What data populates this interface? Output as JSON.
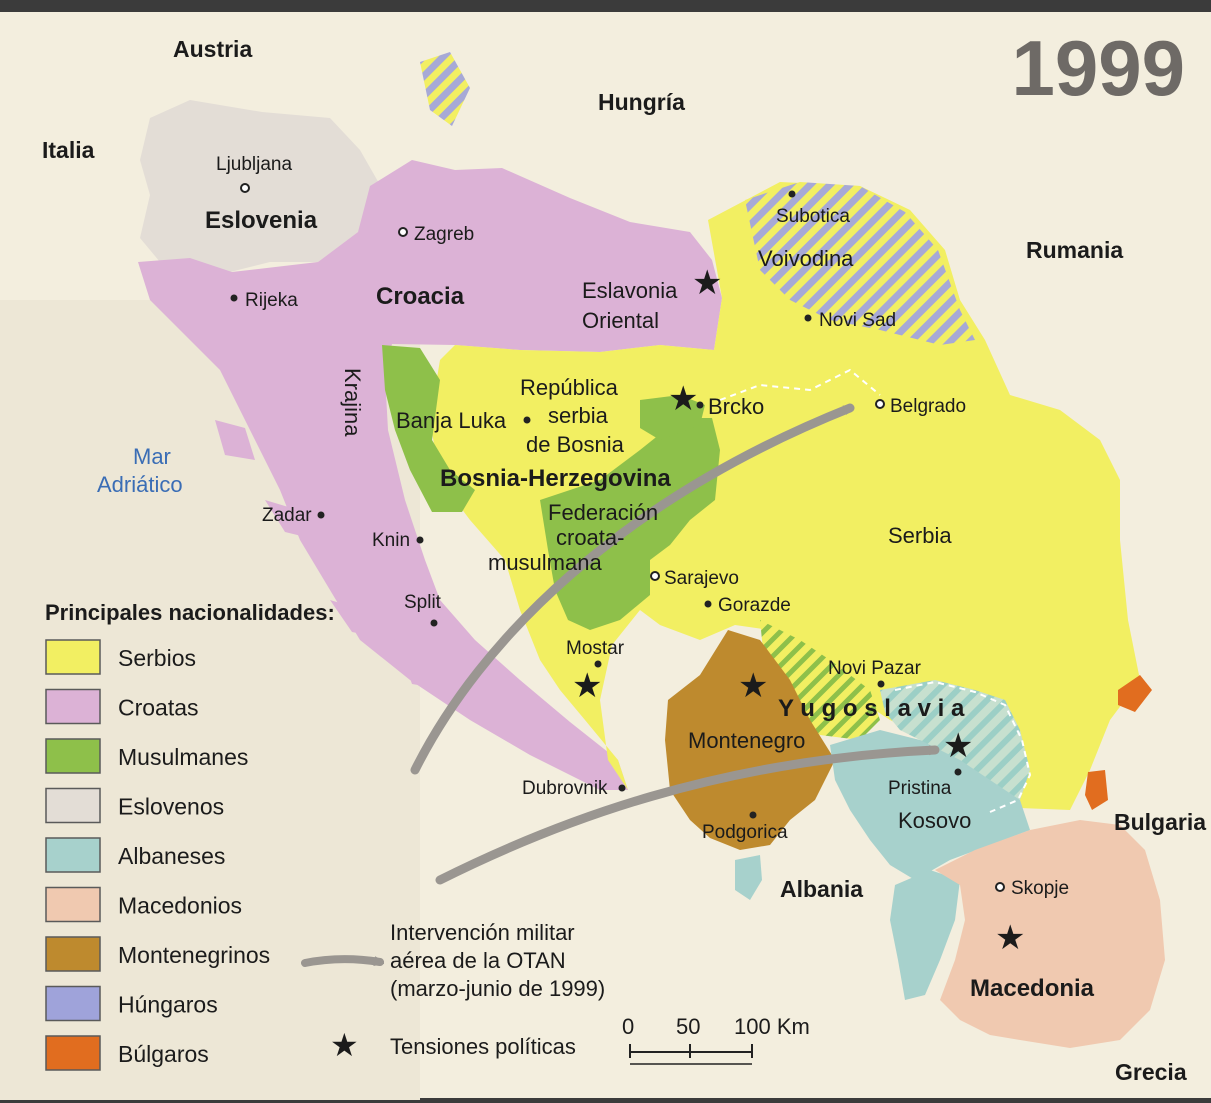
{
  "year": "1999",
  "countries": {
    "austria": "Austria",
    "hungria": "Hungría",
    "italia": "Italia",
    "rumania": "Rumania",
    "bulgaria": "Bulgaria",
    "albania": "Albania",
    "grecia": "Grecia",
    "eslovenia": "Eslovenia",
    "croacia": "Croacia",
    "bosnia": "Bosnia-Herzegovina",
    "yugoslavia": "Y u g o s l a v i a",
    "macedonia": "Macedonia"
  },
  "regions": {
    "krajina": "Krajina",
    "eslavonia_1": "Eslavonia",
    "eslavonia_2": "Oriental",
    "voivodina": "Voivodina",
    "republica_1": "República",
    "republica_2": "serbia",
    "republica_3": "de Bosnia",
    "federacion_1": "Federación",
    "federacion_2": "croata-",
    "federacion_3": "musulmana",
    "serbia": "Serbia",
    "montenegro": "Montenegro",
    "kosovo": "Kosovo"
  },
  "cities": {
    "ljubljana": "Ljubljana",
    "zagreb": "Zagreb",
    "rijeka": "Rijeka",
    "zadar": "Zadar",
    "knin": "Knin",
    "split": "Split",
    "banja_luka": "Banja Luka",
    "brcko": "Brcko",
    "subotica": "Subotica",
    "novi_sad": "Novi Sad",
    "belgrado": "Belgrado",
    "sarajevo": "Sarajevo",
    "gorazde": "Gorazde",
    "mostar": "Mostar",
    "dubrovnik": "Dubrovnik",
    "novi_pazar": "Novi Pazar",
    "podgorica": "Podgorica",
    "pristina": "Pristina",
    "skopje": "Skopje"
  },
  "sea": {
    "line1": "Mar",
    "line2": "Adriático"
  },
  "legend": {
    "title": "Principales nacionalidades:",
    "items": [
      {
        "label": "Serbios",
        "color": "#f2ef62"
      },
      {
        "label": "Croatas",
        "color": "#dcb2d6"
      },
      {
        "label": "Musulmanes",
        "color": "#8ec04a"
      },
      {
        "label": "Eslovenos",
        "color": "#e3ddd6"
      },
      {
        "label": "Albaneses",
        "color": "#a7d1cc"
      },
      {
        "label": "Macedonios",
        "color": "#f0c9b0"
      },
      {
        "label": "Montenegrinos",
        "color": "#be8a2e"
      },
      {
        "label": "Húngaros",
        "color": "#9fa3da"
      },
      {
        "label": "Búlgaros",
        "color": "#e16d1f"
      }
    ],
    "otan_1": "Intervención militar",
    "otan_2": "aérea de la OTAN",
    "otan_3": "(marzo-junio de 1999)",
    "tensiones": "Tensiones políticas"
  },
  "scale": {
    "t0": "0",
    "t50": "50",
    "t100": "100 Km"
  }
}
